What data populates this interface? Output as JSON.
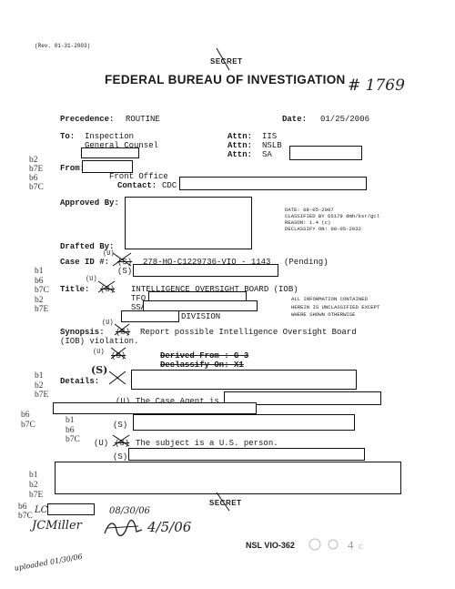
{
  "header": {
    "rev": "(Rev. 01-31-2003)",
    "classification_top": "SECRET",
    "agency": "FEDERAL BUREAU OF INVESTIGATION",
    "handwritten_number": "# 1769"
  },
  "memo": {
    "precedence_label": "Precedence:",
    "precedence_value": "ROUTINE",
    "date_label": "Date:",
    "date_value": "01/25/2006",
    "to_label": "To:",
    "to_line1": "Inspection",
    "to_line2": "General Counsel",
    "attn_label": "Attn:",
    "attn1": "IIS",
    "attn2": "NSLB",
    "attn3": "SA",
    "from_label": "From:",
    "from_value": "Front Office",
    "contact_label": "Contact:",
    "contact_value": "CDC",
    "approved_label": "Approved By:",
    "drafted_label": "Drafted By:",
    "caseid_label": "Case ID #:",
    "caseid_marking": "(U)",
    "caseid_crossed": "(S)",
    "caseid_value": "278-HQ-C1229736-VIO - 1143",
    "caseid_status": "(Pending)",
    "caseid_s": "(S)",
    "title_label": "Title:",
    "title_marking": "(U)",
    "title_crossed": "(S)",
    "title_value": "INTELLIGENCE OVERSIGHT BOARD (IOB)",
    "tfo": "TFO",
    "ssa": "SSA",
    "division": "DIVISION",
    "synopsis_label": "Synopsis:",
    "synopsis_marking": "(U)",
    "synopsis_crossed": "(S)",
    "synopsis_line1": "Report possible Intelligence Oversight Board",
    "synopsis_line2": "(IOB) violation.",
    "derived_marking": "(U)",
    "derived_crossed": "(S)",
    "derived_from": "Derived From : G-3",
    "declassify_on": "Declassify On: X1",
    "details_label": "Details:",
    "details_marking": "(S)",
    "agent_marking": "(U)",
    "agent_text": "The Case Agent is",
    "s_marking1": "(S)",
    "subject_marking": "(U)",
    "subject_crossed": "(S)",
    "subject_text": "The subject is a U.S. person.",
    "s_marking2": "(S)"
  },
  "declass_stamp": {
    "line1": "DATE: 08-05-2007",
    "line2": "CLASSIFIED BY 65179 dmh/ksr/gcl",
    "line3": "REASON: 1.4 (c)",
    "line4": "DECLASSIFY ON: 08-05-2032"
  },
  "unclass_stamp": {
    "line1": "ALL INFORMATION CONTAINED",
    "line2": "HEREIN IS UNCLASSIFIED EXCEPT",
    "line3": "WHERE SHOWN OTHERWISE"
  },
  "exemptions": {
    "g1": [
      "b2",
      "b7E",
      "b6",
      "b7C"
    ],
    "g2": [
      "b1",
      "b6",
      "b7C",
      "b2",
      "b7E"
    ],
    "g3": [
      "b1",
      "b2",
      "b7E"
    ],
    "g4": [
      "b6",
      "b7C"
    ],
    "g5": [
      "b1",
      "b6",
      "b7C"
    ],
    "g6": [
      "b1",
      "b2",
      "b7E"
    ],
    "g7": [
      "b6",
      "b7C"
    ]
  },
  "footer": {
    "classification_bottom": "SECRET",
    "hand_date1": "08/30/06",
    "hand_name": "JCMiller",
    "hand_date2": "4/5/06",
    "doc_id": "NSL VIO-362",
    "hand_bottom": "uploaded 01/30/06"
  }
}
